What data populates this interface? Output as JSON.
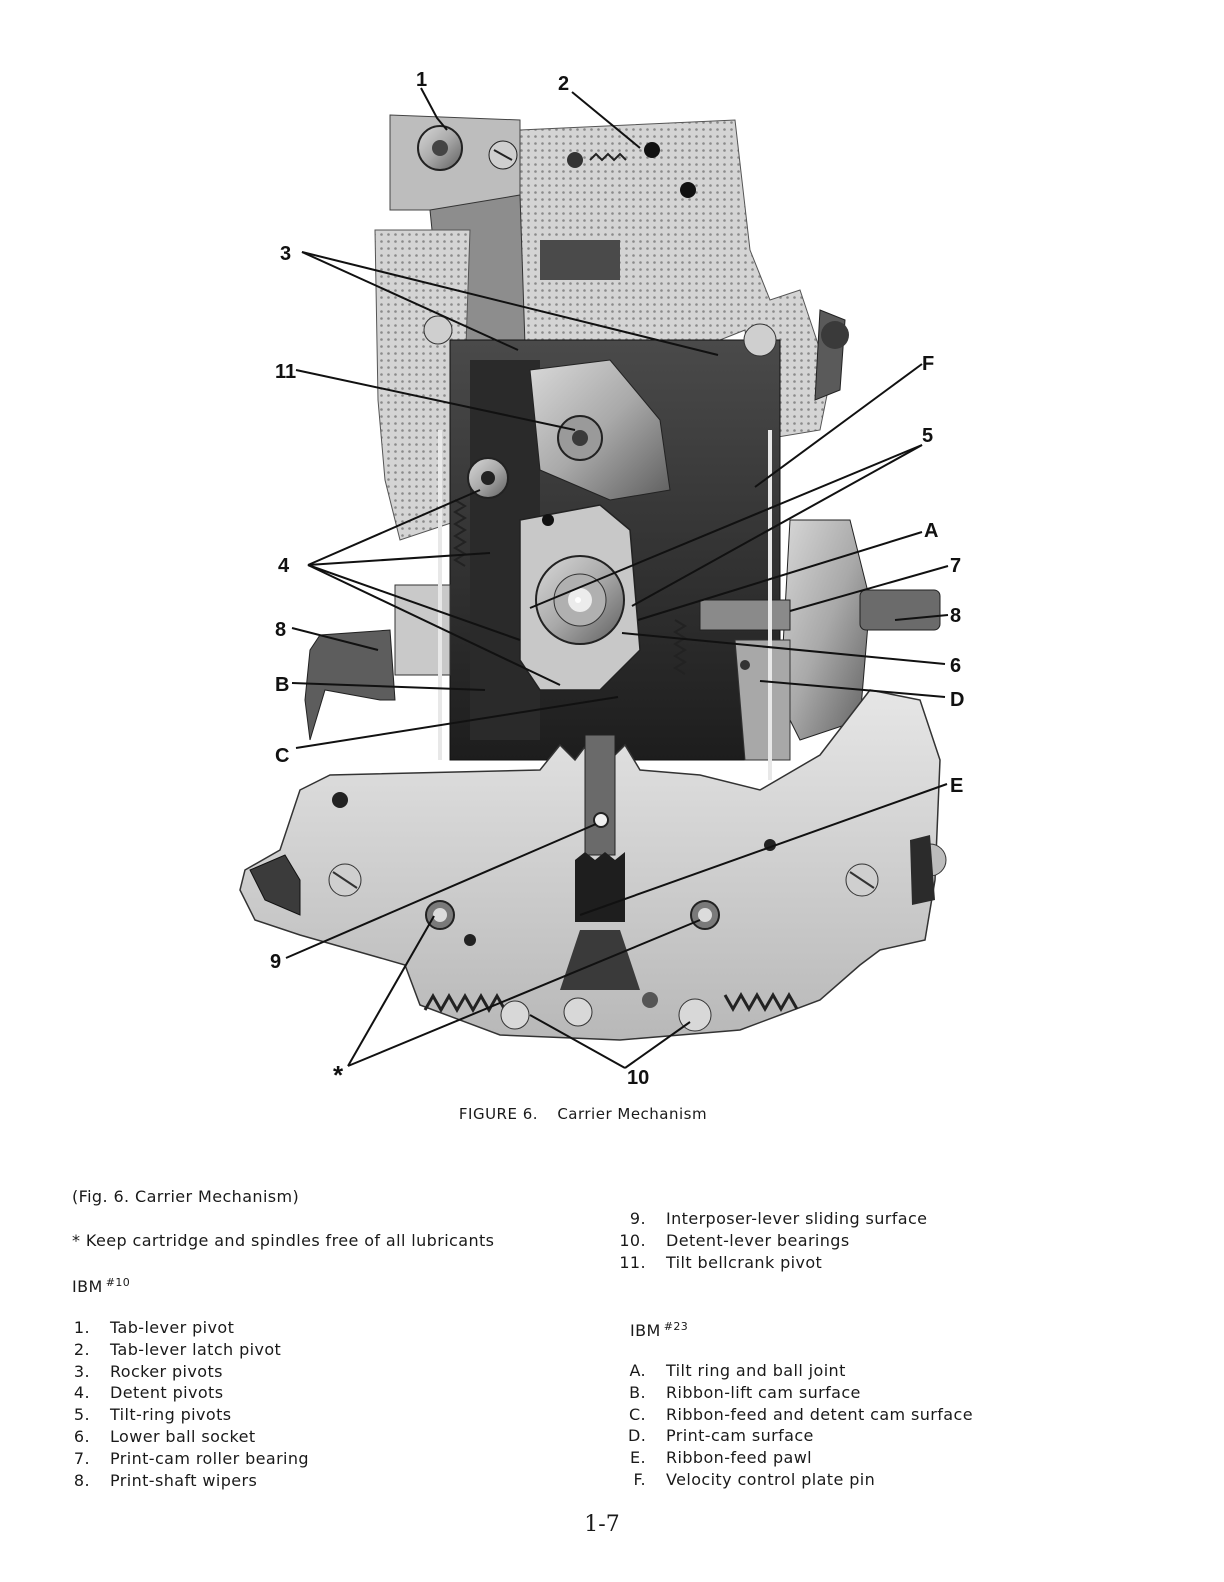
{
  "figure": {
    "callouts": [
      "1",
      "2",
      "3",
      "11",
      "F",
      "5",
      "4",
      "A",
      "7",
      "8",
      "8",
      "B",
      "6",
      "D",
      "C",
      "E",
      "9",
      "*",
      "10"
    ],
    "caption_number": "FIGURE 6.",
    "caption_title": "Carrier Mechanism"
  },
  "legend": {
    "ref": "(Fig. 6.  Carrier Mechanism)",
    "note": "* Keep cartridge and spindles free of all lubricants",
    "ibm10_title": "IBM",
    "ibm10_num": "#10",
    "ibm10_items": [
      {
        "key": "1.",
        "text": "Tab-lever pivot"
      },
      {
        "key": "2.",
        "text": "Tab-lever latch pivot"
      },
      {
        "key": "3.",
        "text": "Rocker pivots"
      },
      {
        "key": "4.",
        "text": "Detent pivots"
      },
      {
        "key": "5.",
        "text": "Tilt-ring pivots"
      },
      {
        "key": "6.",
        "text": "Lower ball socket"
      },
      {
        "key": "7.",
        "text": "Print-cam roller bearing"
      },
      {
        "key": "8.",
        "text": "Print-shaft wipers"
      }
    ],
    "ibm10_items_cont": [
      {
        "key": "9.",
        "text": "Interposer-lever sliding surface"
      },
      {
        "key": "10.",
        "text": "Detent-lever bearings"
      },
      {
        "key": "11.",
        "text": "Tilt bellcrank pivot"
      }
    ],
    "ibm23_title": "IBM",
    "ibm23_num": "#23",
    "ibm23_items": [
      {
        "key": "A.",
        "text": "Tilt ring and ball joint"
      },
      {
        "key": "B.",
        "text": "Ribbon-lift cam surface"
      },
      {
        "key": "C.",
        "text": "Ribbon-feed and detent cam surface"
      },
      {
        "key": "D.",
        "text": "Print-cam surface"
      },
      {
        "key": "E.",
        "text": "Ribbon-feed pawl"
      },
      {
        "key": "F.",
        "text": "Velocity control plate pin"
      }
    ]
  },
  "page_number": "1-7"
}
